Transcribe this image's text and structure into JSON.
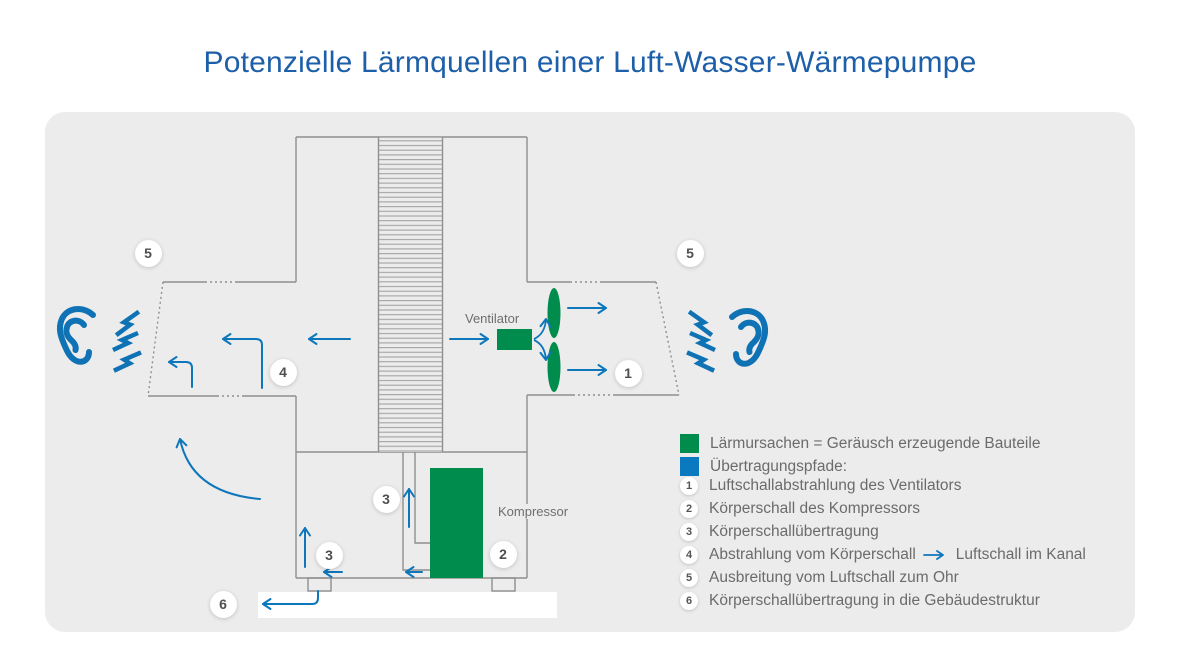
{
  "title": "Potenzielle Lärmquellen einer Luft-Wasser-Wärmepumpe",
  "colors": {
    "title_blue": "#1e5fa9",
    "accent_blue": "#0e76bb",
    "source_green": "#008c4c",
    "outline_gray": "#8f8f8f",
    "text_gray": "#6b6b6b",
    "panel_background": "#ececec"
  },
  "diagram": {
    "fan_label": "Ventilator",
    "compressor_label": "Kompressor",
    "markers": {
      "m5_left": "5",
      "m5_right": "5",
      "m4": "4",
      "m1": "1",
      "m3_pipe": "3",
      "m3_base": "3",
      "m2": "2",
      "m6": "6"
    }
  },
  "legend": {
    "sources_label": "Lärmursachen = Geräusch erzeugende Bauteile",
    "paths_label": "Übertragungspfade:",
    "items": [
      {
        "num": "1",
        "text": "Luftschallabstrahlung des Ventilators"
      },
      {
        "num": "2",
        "text": "Körperschall des Kompressors"
      },
      {
        "num": "3",
        "text": "Körperschallübertragung"
      },
      {
        "num": "4",
        "text": "Abstrahlung vom Körperschall",
        "suffix": "Luftschall im Kanal"
      },
      {
        "num": "5",
        "text": "Ausbreitung vom Luftschall zum Ohr"
      },
      {
        "num": "6",
        "text": "Körperschallübertragung in die Gebäudestruktur"
      }
    ]
  }
}
